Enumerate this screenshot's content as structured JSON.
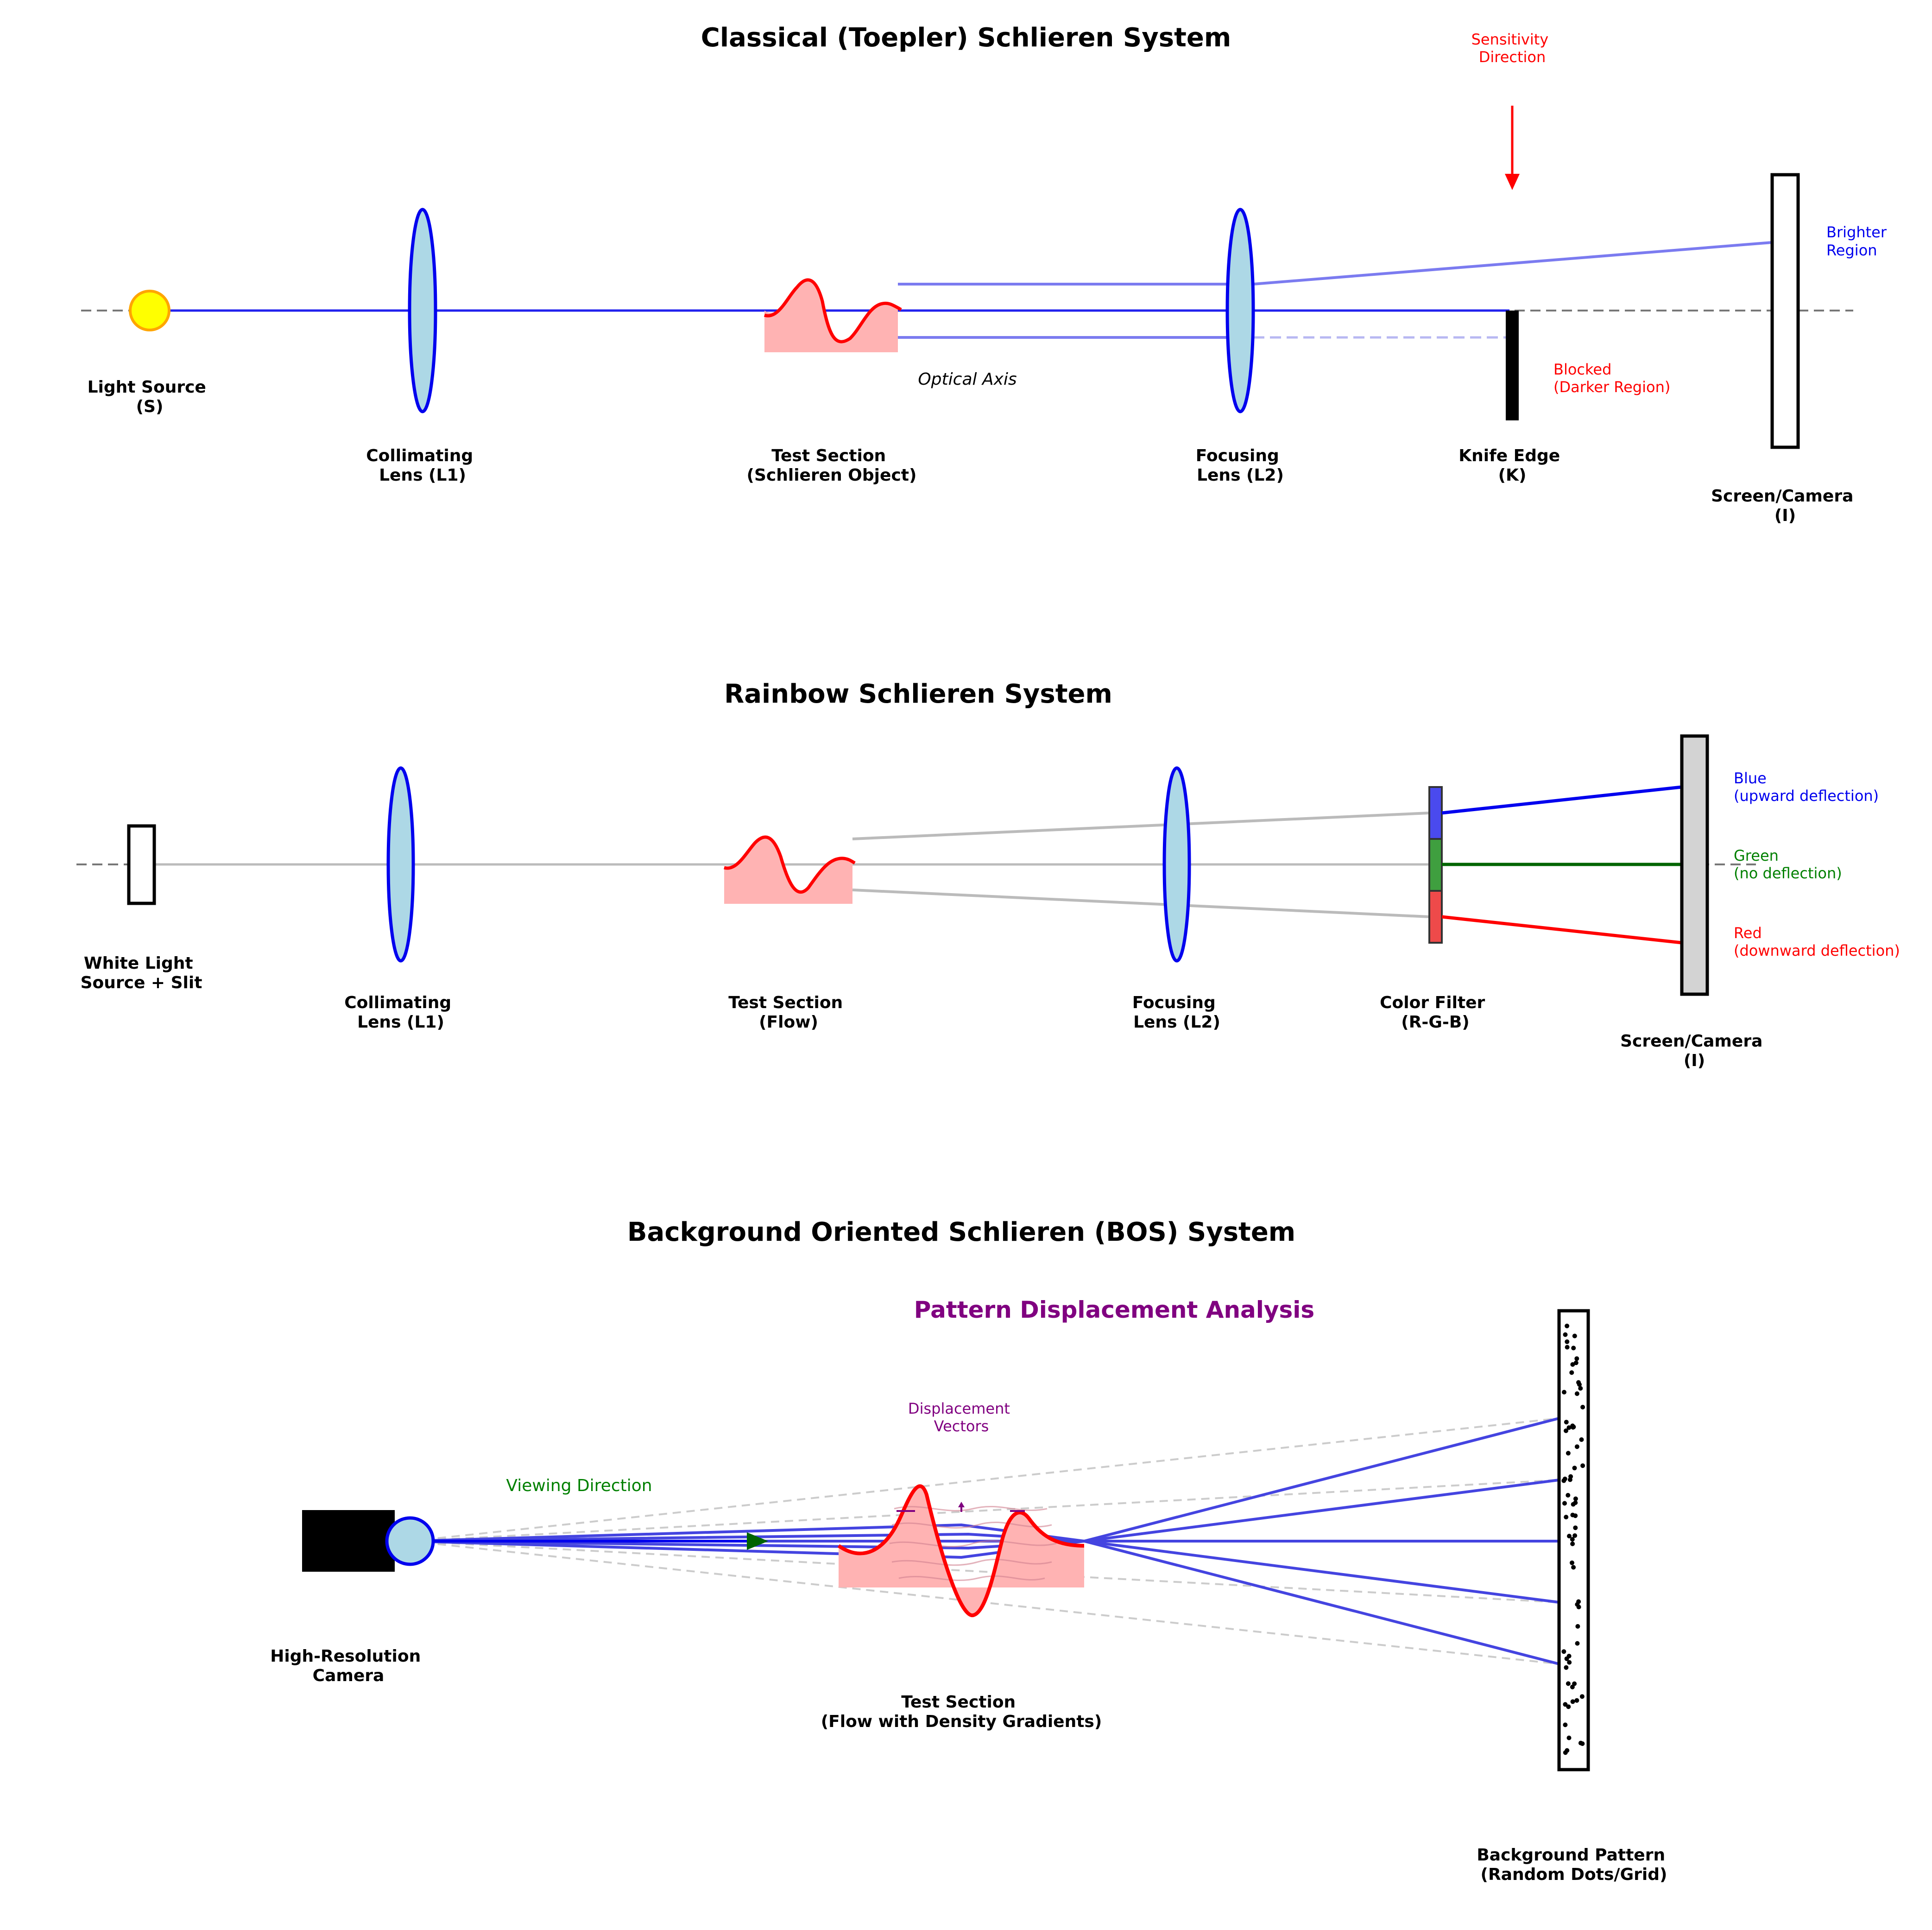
{
  "colors": {
    "lens_fill": "#ADD8E6",
    "lens_stroke": "#0000EE",
    "flow_red": "#FF0000",
    "flow_fill": "#FFB3B3",
    "ray_blue": "#7B7BF0",
    "ray_grey": "#BBBBBB",
    "accent_purple": "#800080",
    "accent_green": "#008000",
    "source_yellow": "#FFFF00",
    "source_orange": "#FFA500"
  },
  "classical": {
    "title": "Classical (Toepler) Schlieren System",
    "light_source": [
      "Light Source",
      "(S)"
    ],
    "collimating_lens": [
      "Collimating",
      "Lens (L1)"
    ],
    "test_section": [
      "Test Section",
      "(Schlieren Object)"
    ],
    "focusing_lens": [
      "Focusing",
      "Lens (L2)"
    ],
    "knife_edge": [
      "Knife Edge",
      "(K)"
    ],
    "screen": [
      "Screen/Camera",
      "(I)"
    ],
    "optical_axis": "Optical Axis",
    "sensitivity": [
      "Sensitivity",
      "Direction"
    ],
    "brighter": [
      "Brighter",
      "Region"
    ],
    "blocked": [
      "Blocked",
      "(Darker Region)"
    ]
  },
  "rainbow": {
    "title": "Rainbow Schlieren System",
    "source": [
      "White Light",
      "Source + Slit"
    ],
    "collimating_lens": [
      "Collimating",
      "Lens (L1)"
    ],
    "test_section": [
      "Test Section",
      "(Flow)"
    ],
    "focusing_lens": [
      "Focusing",
      "Lens (L2)"
    ],
    "color_filter": [
      "Color Filter",
      "(R-G-B)"
    ],
    "screen": [
      "Screen/Camera",
      "(I)"
    ],
    "blue": [
      "Blue",
      "(upward deflection)"
    ],
    "green": [
      "Green",
      "(no deflection)"
    ],
    "red": [
      "Red",
      "(downward deflection)"
    ],
    "filter_colors": [
      "#4A4AEE",
      "#3F9F3F",
      "#EE4A4A"
    ]
  },
  "bos": {
    "title": "Background Oriented Schlieren (BOS) System",
    "subtitle": "Pattern Displacement Analysis",
    "camera": [
      "High-Resolution",
      "Camera"
    ],
    "viewing_direction": "Viewing Direction",
    "displacement_vectors": [
      "Displacement",
      "Vectors"
    ],
    "test_section": [
      "Test Section",
      "(Flow with Density Gradients)"
    ],
    "background": [
      "Background Pattern",
      "(Random Dots/Grid)"
    ],
    "ray_count": 5
  }
}
